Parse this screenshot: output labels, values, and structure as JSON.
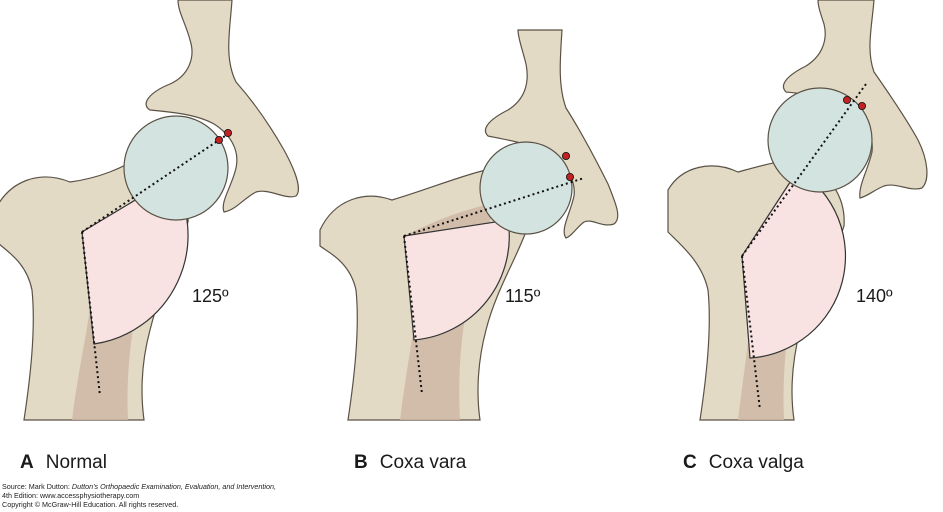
{
  "panels": [
    {
      "letter": "A",
      "name": "Normal",
      "angle": "125º"
    },
    {
      "letter": "B",
      "name": "Coxa vara",
      "angle": "115º"
    },
    {
      "letter": "C",
      "name": "Coxa valga",
      "angle": "140º"
    }
  ],
  "credits": {
    "source_prefix": "Source: Mark Dutton: ",
    "book_title": "Dutton’s Orthopaedic Examination, Evaluation, and Intervention,",
    "edition_line": "4th Edition: www.accessphysiotherapy.com",
    "copyright": "Copyright © McGraw-Hill Education. All rights reserved."
  },
  "colors": {
    "bone": "#e3dac6",
    "bone_outline": "#5a5246",
    "cartilage_head": "#d3e3df",
    "marrow": "#cfb7a4",
    "angle_fill": "#f8e2e2",
    "marker": "#c22222"
  }
}
